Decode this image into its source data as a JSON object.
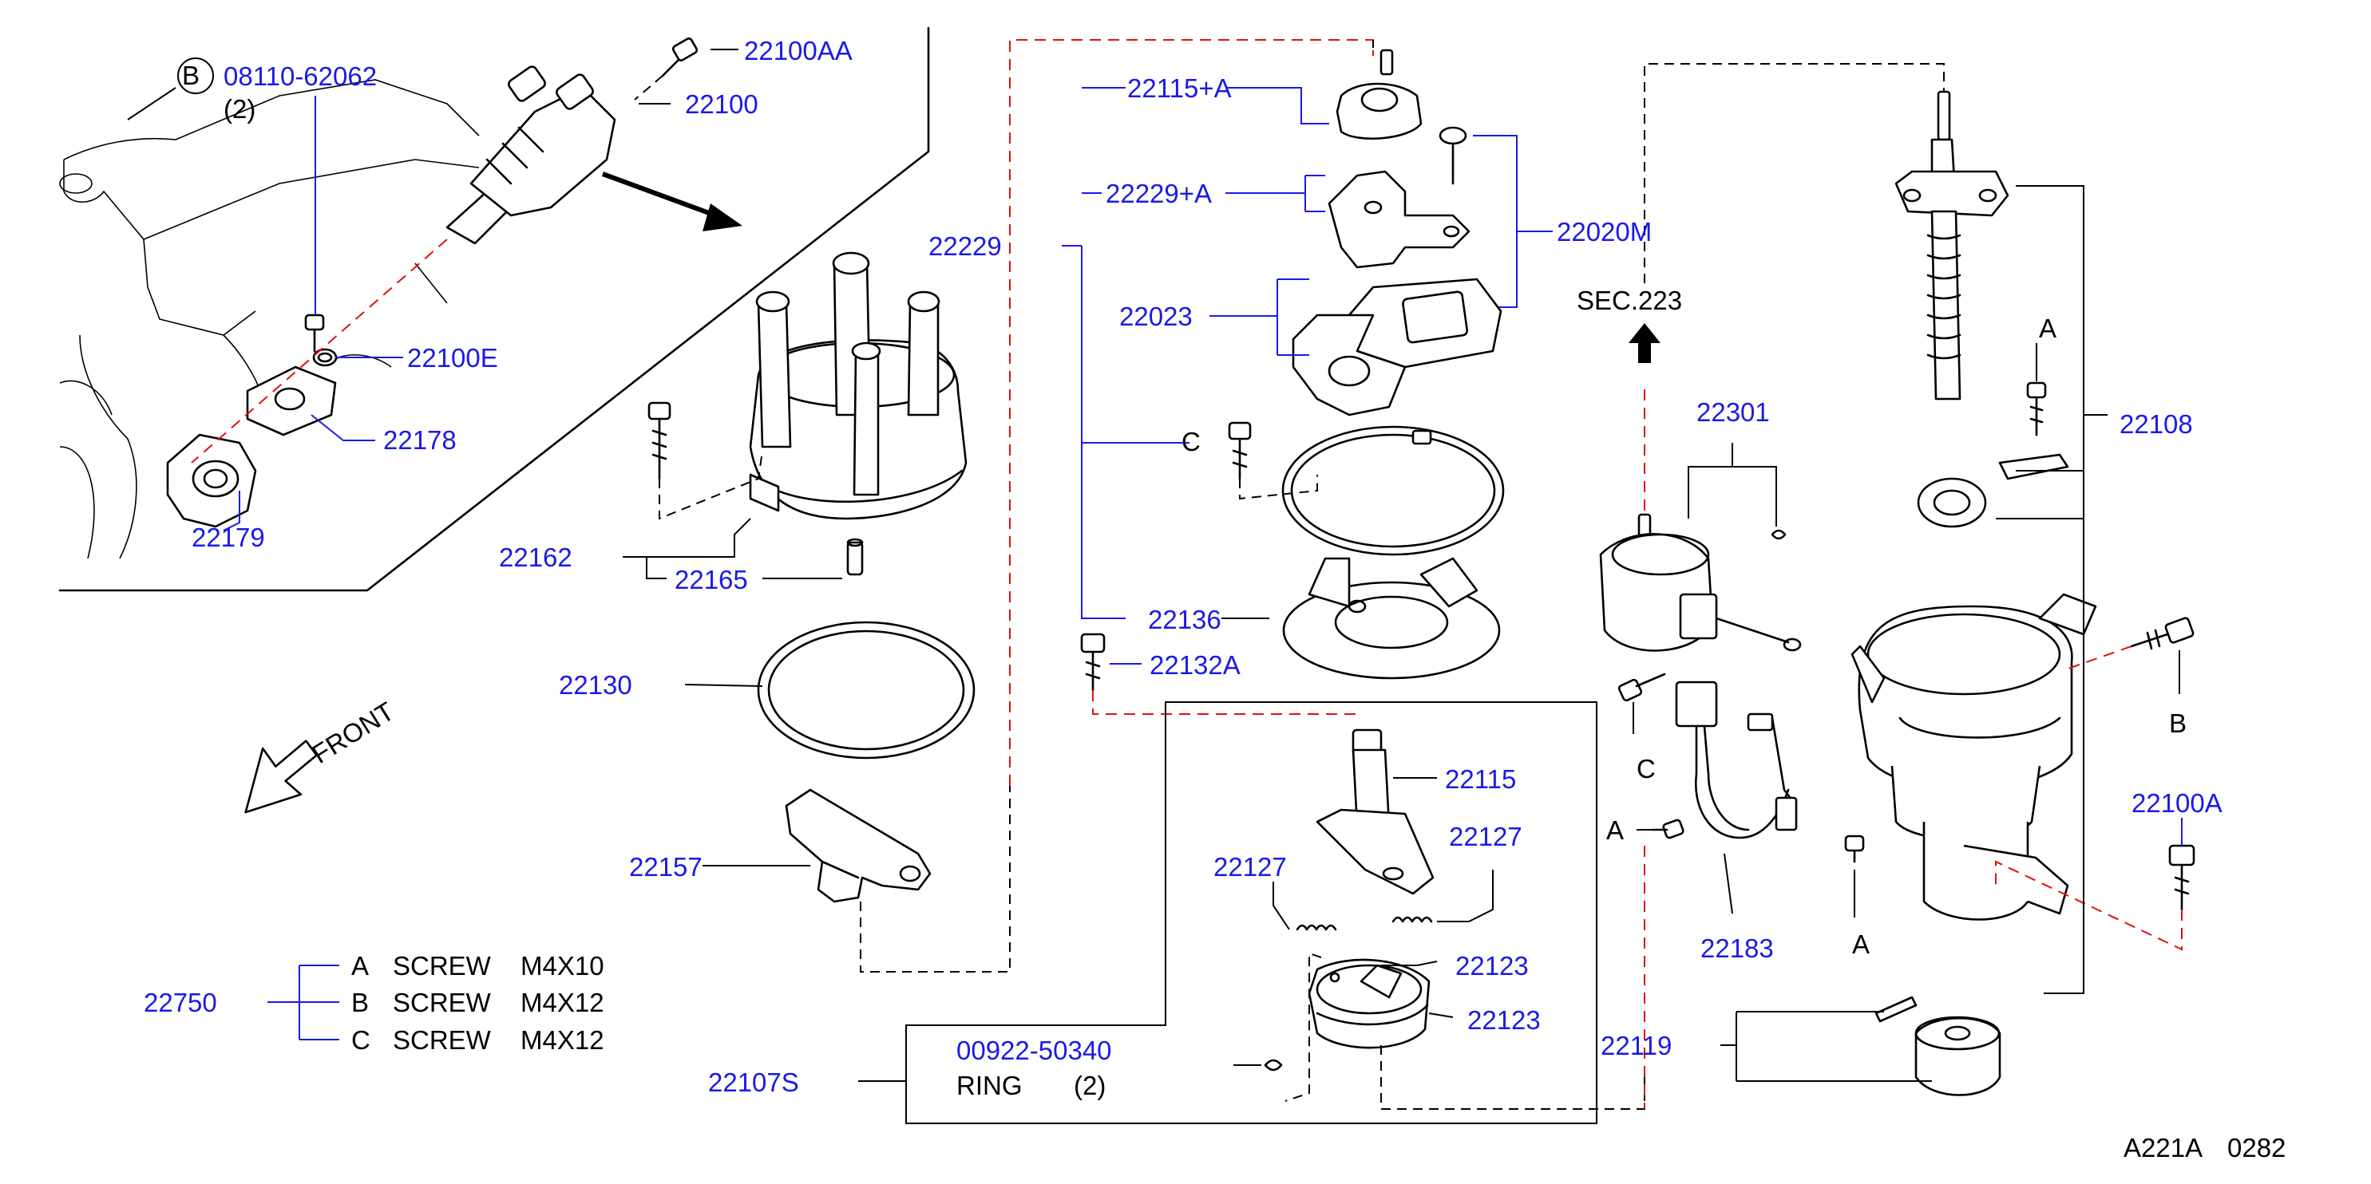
{
  "diagram_code": "A221A",
  "page_number": "0282",
  "front_label": "FRONT",
  "section_ref": "SEC.223",
  "screw_b_label": "B",
  "screw_b_part": "08110-62062",
  "screw_b_qty": "(2)",
  "parts": {
    "p22100AA": "22100AA",
    "p22100": "22100",
    "p22100E": "22100E",
    "p22178": "22178",
    "p22179": "22179",
    "p22162": "22162",
    "p22165": "22165",
    "p22130": "22130",
    "p22157": "22157",
    "p22229": "22229",
    "p22115A": "22115+A",
    "p22229A": "22229+A",
    "p22020M": "22020M",
    "p22023": "22023",
    "p22136": "22136",
    "p22132A": "22132A",
    "p22115": "22115",
    "p22127a": "22127",
    "p22127b": "22127",
    "p22123a": "22123",
    "p22123b": "22123",
    "p22107S": "22107S",
    "p00922": "00922-50340",
    "p22301": "22301",
    "p22183": "22183",
    "p22119": "22119",
    "p22108": "22108",
    "p22100A": "22100A"
  },
  "ring_label": "RING",
  "ring_qty": "(2)",
  "letter_labels": {
    "c_top": "C",
    "a_right": "A",
    "b_right": "B",
    "c_mid": "C",
    "a_mid": "A",
    "a_low": "A"
  },
  "screw_table": {
    "part_number": "22750",
    "rows": [
      {
        "letter": "A",
        "name": "SCREW",
        "size": "M4X10"
      },
      {
        "letter": "B",
        "name": "SCREW",
        "size": "M4X12"
      },
      {
        "letter": "C",
        "name": "SCREW",
        "size": "M4X12"
      }
    ]
  }
}
